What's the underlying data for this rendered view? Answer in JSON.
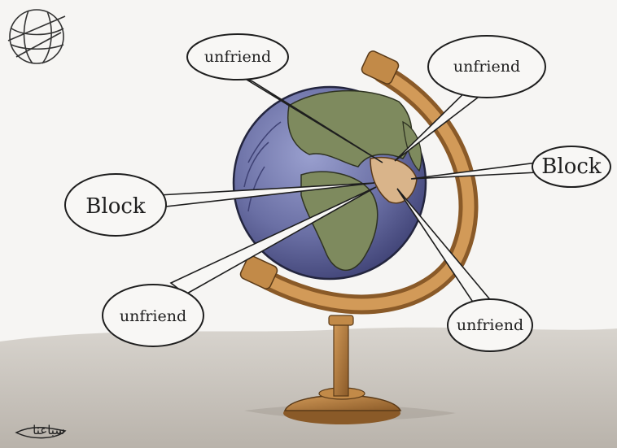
{
  "cartoon": {
    "bubbles": [
      {
        "text": "unfriend"
      },
      {
        "text": "unfriend"
      },
      {
        "text": "Block"
      },
      {
        "text": "Block"
      },
      {
        "text": "unfriend"
      },
      {
        "text": "unfriend"
      }
    ],
    "signature_text": "سباعنا",
    "colors": {
      "background": "#f6f5f3",
      "ground": "#c9c4bd",
      "globe_ocean": "#6a6fa4",
      "globe_land": "#7e8a5e",
      "highlight_region": "#d9b48a",
      "stand_wood": "#b07a3e"
    }
  }
}
